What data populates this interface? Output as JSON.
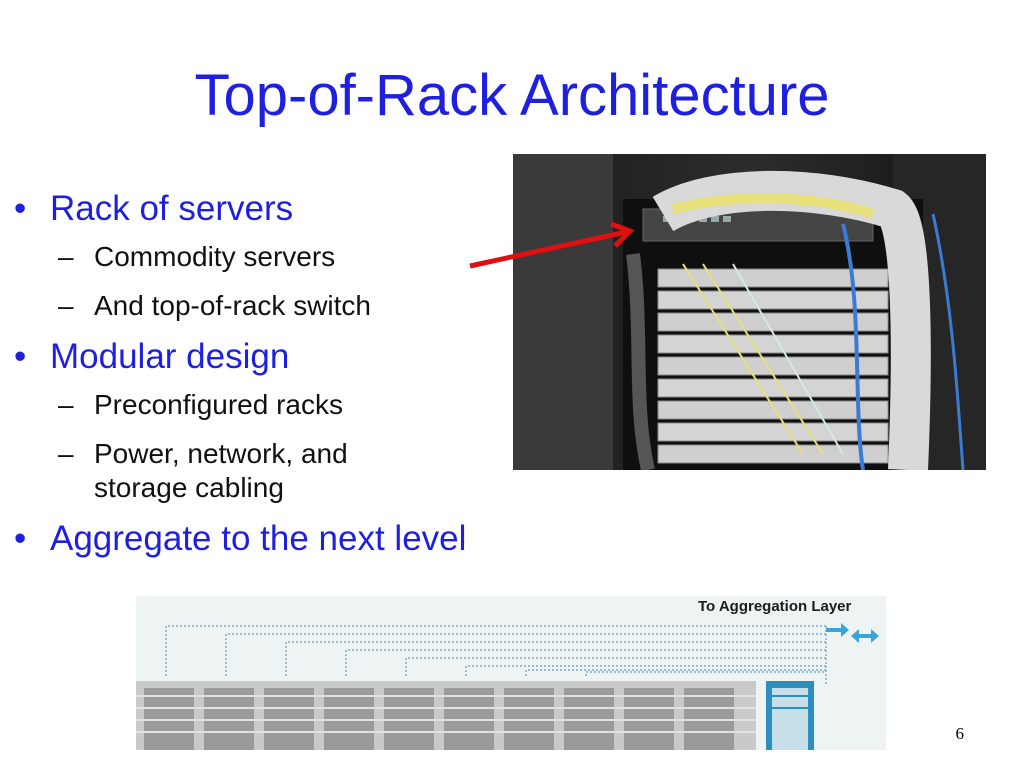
{
  "slide": {
    "title": "Top-of-Rack Architecture",
    "page_number": "6"
  },
  "bullets": [
    {
      "text": "Rack of servers",
      "sub": [
        "Commodity servers",
        "And top-of-rack switch"
      ]
    },
    {
      "text": "Modular design",
      "sub": [
        "Preconfigured racks",
        "Power, network, and storage cabling"
      ]
    },
    {
      "text": "Aggregate to the next level",
      "sub": []
    }
  ],
  "diagram": {
    "label": "To Aggregation Layer"
  },
  "colors": {
    "title": "#1f1fe0",
    "arrow": "#e01010",
    "accent_cyan": "#3aa6d8"
  }
}
